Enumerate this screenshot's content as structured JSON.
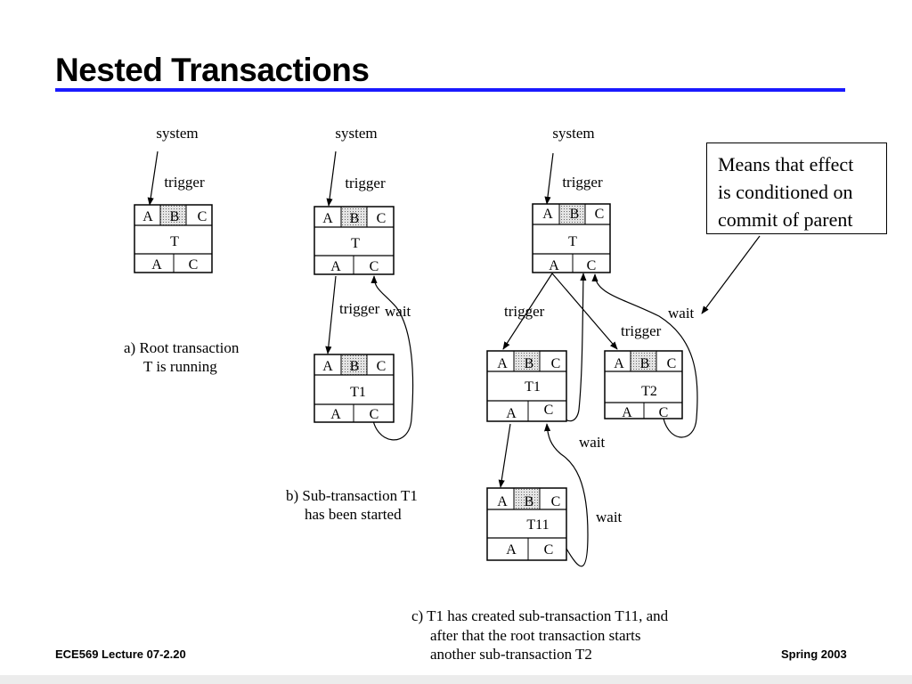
{
  "slide": {
    "title": "Nested Transactions",
    "footer_left": "ECE569  Lecture 07-2.20",
    "footer_right": "Spring 2003"
  },
  "labels": {
    "system": "system",
    "trigger": "trigger",
    "wait": "wait",
    "col_a": "A",
    "col_b": "B",
    "col_c": "C"
  },
  "transactions": {
    "t": "T",
    "t1": "T1",
    "t2": "T2",
    "t11": "T11"
  },
  "captions": {
    "a_line1": "a) Root transaction",
    "a_line2": "T is running",
    "b_line1": "b) Sub-transaction T1",
    "b_line2": "has been started",
    "c_line1": "c) T1 has created sub-transaction T11, and",
    "c_line2": "after that the root transaction starts",
    "c_line3": "another sub-transaction T2"
  },
  "note": {
    "line1": "Means that effect",
    "line2": "is conditioned on",
    "line3": "commit of parent"
  }
}
